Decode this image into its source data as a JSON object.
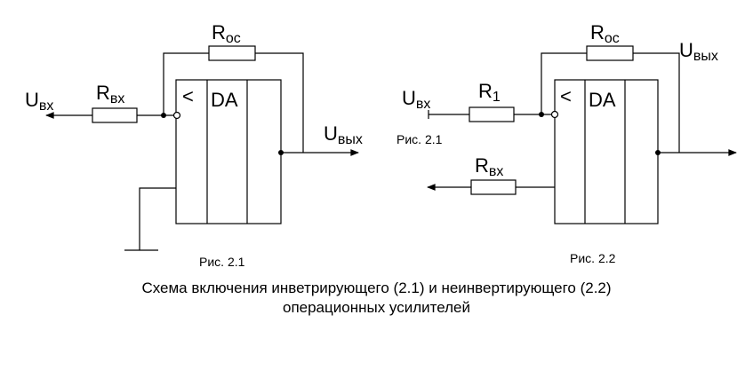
{
  "labels": {
    "u_in": "U",
    "u_in_sub": "вх",
    "u_out": "U",
    "u_out_sub": "вых",
    "r_in": "R",
    "r_in_sub": "вх",
    "r_fb": "R",
    "r_fb_sub": "ос",
    "r1": "R",
    "r1_sub": "1",
    "da": "DA",
    "inv_symbol": "<"
  },
  "figures": {
    "fig1": "Рис. 2.1",
    "fig1_alt": "Рис. 2.1",
    "fig2": "Рис. 2.2"
  },
  "caption": {
    "line1": "Схема включения инветрирующего    (2.1) и неинвертирующего   (2.2)",
    "line2": "операционных усилителей"
  }
}
